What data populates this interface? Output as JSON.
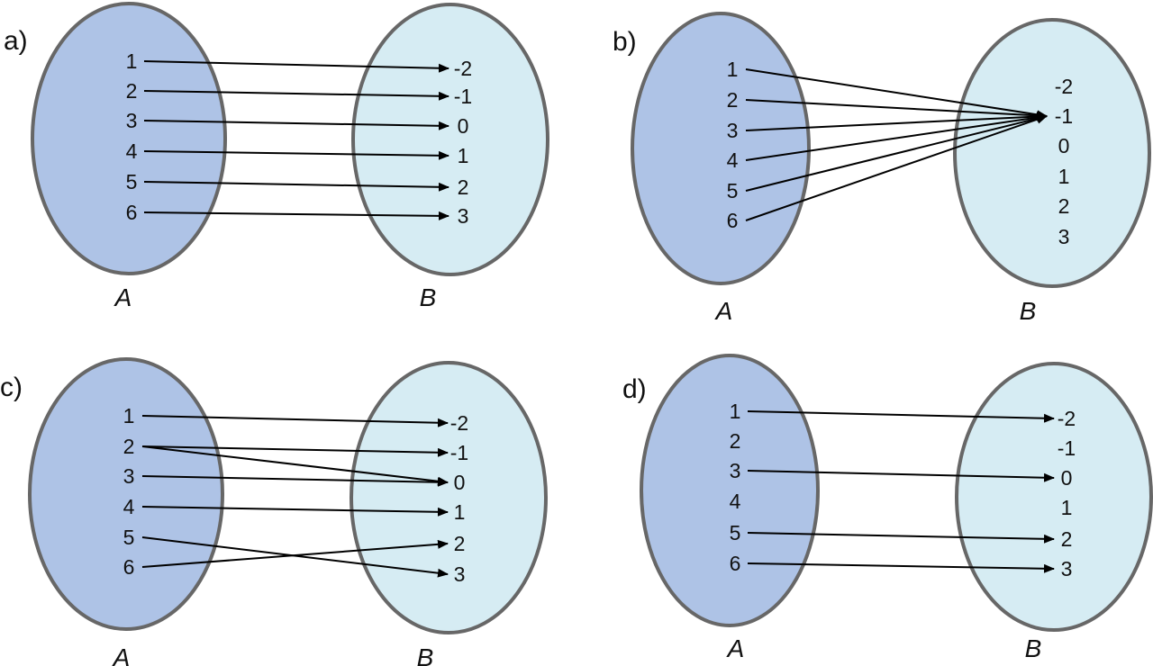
{
  "figure": {
    "colors": {
      "set_a_fill": "#aec3e6",
      "set_b_fill": "#d6ecf3",
      "outline": "#676767",
      "arrow": "#000000"
    },
    "panels": [
      {
        "id": "a",
        "label": "a)",
        "domain_name": "A",
        "codomain_name": "B",
        "domain": [
          "1",
          "2",
          "3",
          "4",
          "5",
          "6"
        ],
        "codomain": [
          "-2",
          "-1",
          "0",
          "1",
          "2",
          "3"
        ],
        "mappings": [
          [
            "1",
            "-2"
          ],
          [
            "2",
            "-1"
          ],
          [
            "3",
            "0"
          ],
          [
            "4",
            "1"
          ],
          [
            "5",
            "2"
          ],
          [
            "6",
            "3"
          ]
        ]
      },
      {
        "id": "b",
        "label": "b)",
        "domain_name": "A",
        "codomain_name": "B",
        "domain": [
          "1",
          "2",
          "3",
          "4",
          "5",
          "6"
        ],
        "codomain": [
          "-2",
          "-1",
          "0",
          "1",
          "2",
          "3"
        ],
        "mappings": [
          [
            "1",
            "-1"
          ],
          [
            "2",
            "-1"
          ],
          [
            "3",
            "-1"
          ],
          [
            "4",
            "-1"
          ],
          [
            "5",
            "-1"
          ],
          [
            "6",
            "-1"
          ]
        ]
      },
      {
        "id": "c",
        "label": "c)",
        "domain_name": "A",
        "codomain_name": "B",
        "domain": [
          "1",
          "2",
          "3",
          "4",
          "5",
          "6"
        ],
        "codomain": [
          "-2",
          "-1",
          "0",
          "1",
          "2",
          "3"
        ],
        "mappings": [
          [
            "1",
            "-2"
          ],
          [
            "2",
            "-1"
          ],
          [
            "2",
            "0"
          ],
          [
            "3",
            "0"
          ],
          [
            "4",
            "1"
          ],
          [
            "5",
            "3"
          ],
          [
            "6",
            "2"
          ]
        ]
      },
      {
        "id": "d",
        "label": "d)",
        "domain_name": "A",
        "codomain_name": "B",
        "domain": [
          "1",
          "2",
          "3",
          "4",
          "5",
          "6"
        ],
        "codomain": [
          "-2",
          "-1",
          "0",
          "1",
          "2",
          "3"
        ],
        "mappings": [
          [
            "1",
            "-2"
          ],
          [
            "3",
            "0"
          ],
          [
            "5",
            "2"
          ],
          [
            "6",
            "3"
          ]
        ]
      }
    ]
  }
}
